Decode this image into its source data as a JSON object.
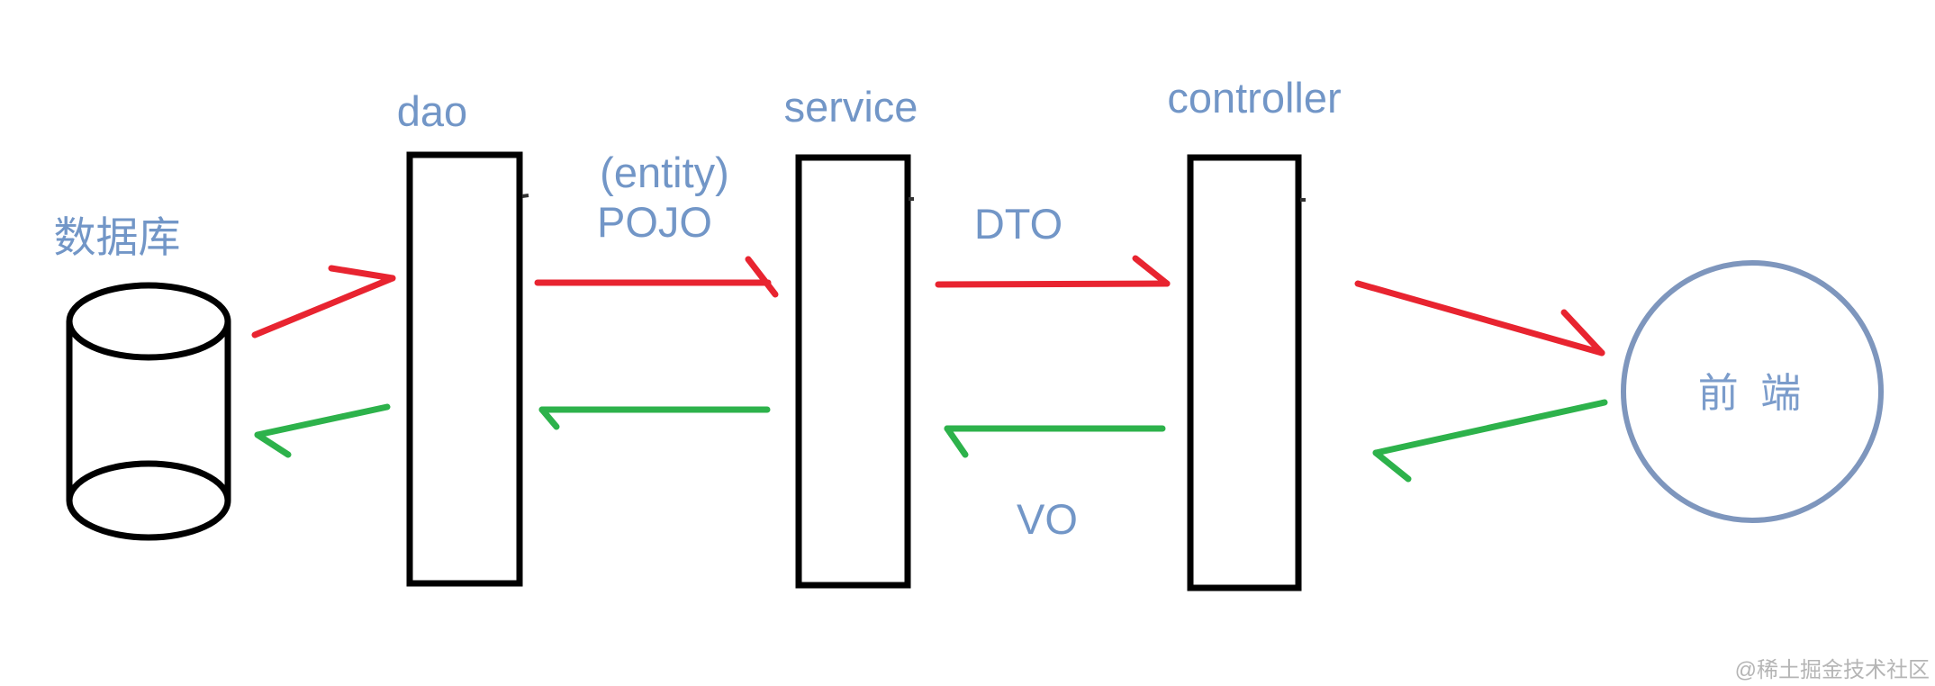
{
  "diagram": {
    "nodes": {
      "database": {
        "label": "数据库",
        "shape": "cylinder"
      },
      "dao": {
        "label": "dao",
        "shape": "rect"
      },
      "service": {
        "label": "service",
        "shape": "rect"
      },
      "controller": {
        "label": "controller",
        "shape": "rect"
      },
      "frontend": {
        "label": "前 端",
        "shape": "circle"
      }
    },
    "edge_labels": {
      "entity": "(entity)",
      "pojo": "POJO",
      "dto": "DTO",
      "vo": "VO"
    },
    "edges": [
      {
        "from": "database",
        "to": "dao",
        "color": "red"
      },
      {
        "from": "dao",
        "to": "database",
        "color": "green"
      },
      {
        "from": "dao",
        "to": "service",
        "color": "red",
        "label": "(entity) POJO"
      },
      {
        "from": "service",
        "to": "dao",
        "color": "green"
      },
      {
        "from": "service",
        "to": "controller",
        "color": "red",
        "label": "DTO"
      },
      {
        "from": "controller",
        "to": "service",
        "color": "green",
        "label": "VO"
      },
      {
        "from": "controller",
        "to": "frontend",
        "color": "red"
      },
      {
        "from": "frontend",
        "to": "controller",
        "color": "green"
      }
    ],
    "watermark": "@稀土掘金技术社区",
    "colors": {
      "label_blue": "#7296c7",
      "frontend_circle_blue": "#7e96bd",
      "arrow_red": "#e82430",
      "arrow_green": "#2db24b",
      "box_black": "#000000",
      "watermark_gray": "#b5b5b5",
      "background": "#ffffff"
    }
  }
}
